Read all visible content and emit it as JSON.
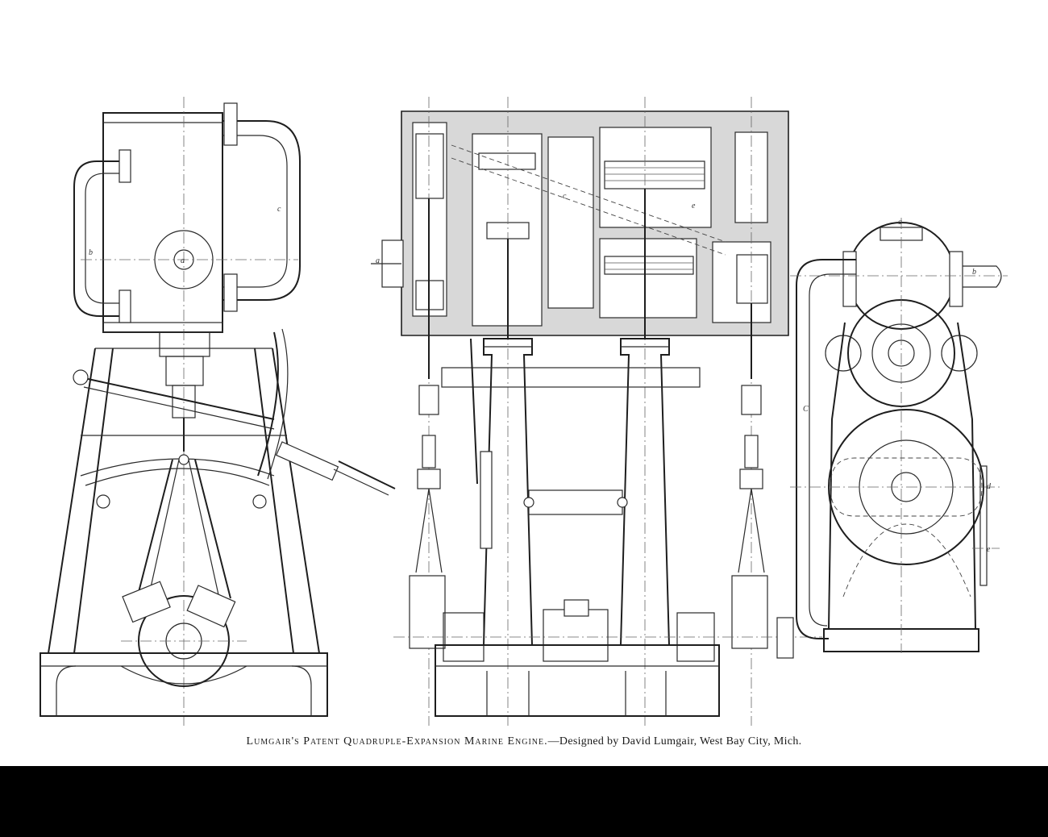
{
  "caption": {
    "title": "Lumgair's Patent Quadruple-Expansion Marine Engine.",
    "designer": "—Designed by David Lumgair, West Bay City, Mich."
  },
  "labels": {
    "left_b": "b",
    "left_a": "a",
    "left_c": "c",
    "mid_a": "a",
    "mid_c": "c",
    "mid_e": "e",
    "right_a": "a",
    "right_b": "b",
    "right_c": "C",
    "right_d": "d",
    "right_e": "e"
  },
  "colors": {
    "ink": "#1e1e1e",
    "paper": "#ffffff",
    "band": "#000000"
  }
}
